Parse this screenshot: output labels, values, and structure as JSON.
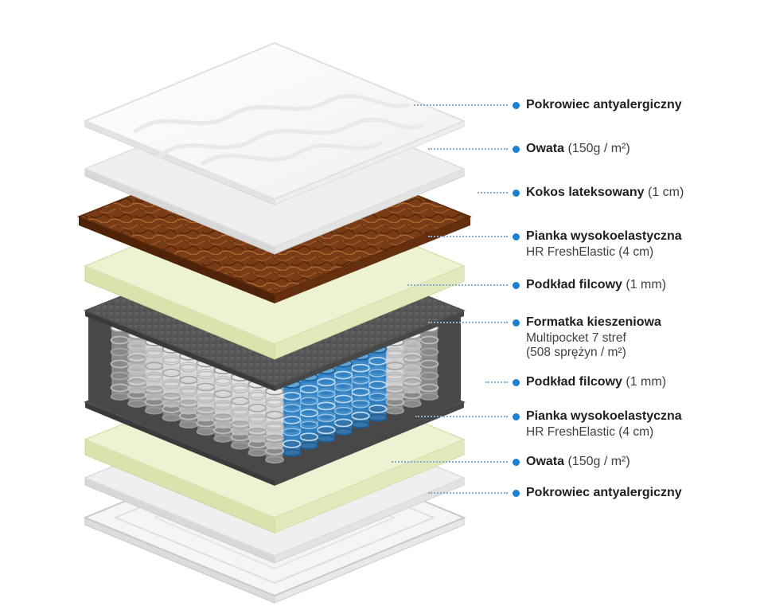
{
  "diagram": {
    "type": "exploded-mattress-layers",
    "layer_count": 10
  },
  "labels": [
    {
      "title": "Pokrowiec antyalergiczny"
    },
    {
      "title": "Owata",
      "detail": "(150g / m²)"
    },
    {
      "title": "Kokos lateksowany",
      "detail": "(1 cm)"
    },
    {
      "title": "Pianka wysokoelastyczna",
      "sub": "HR FreshElastic (4 cm)"
    },
    {
      "title": "Podkład filcowy",
      "detail": "(1 mm)"
    },
    {
      "title": "Formatka kieszeniowa",
      "sub": "Multipocket 7 stref",
      "sub2": "(508 sprężyn / m²)"
    },
    {
      "title": "Podkład filcowy",
      "detail": "(1 mm)"
    },
    {
      "title": "Pianka wysokoelastyczna",
      "sub": "HR FreshElastic (4 cm)"
    },
    {
      "title": "Owata",
      "detail": "(150g / m²)"
    },
    {
      "title": "Pokrowiec antyalergiczny"
    }
  ],
  "colors": {
    "accent_dot": "#1d7fd0",
    "leader_line": "#86aed2",
    "cover_white": "#f7f7f7",
    "wadding_gray": "#efefef",
    "kokos_brown": "#7a3c16",
    "foam_green": "#edf2d3",
    "felt_gray": "#575757",
    "spring_white": "#f2f2f2",
    "spring_blue": "#2f7fc2",
    "title_text": "#1f1f1f"
  }
}
